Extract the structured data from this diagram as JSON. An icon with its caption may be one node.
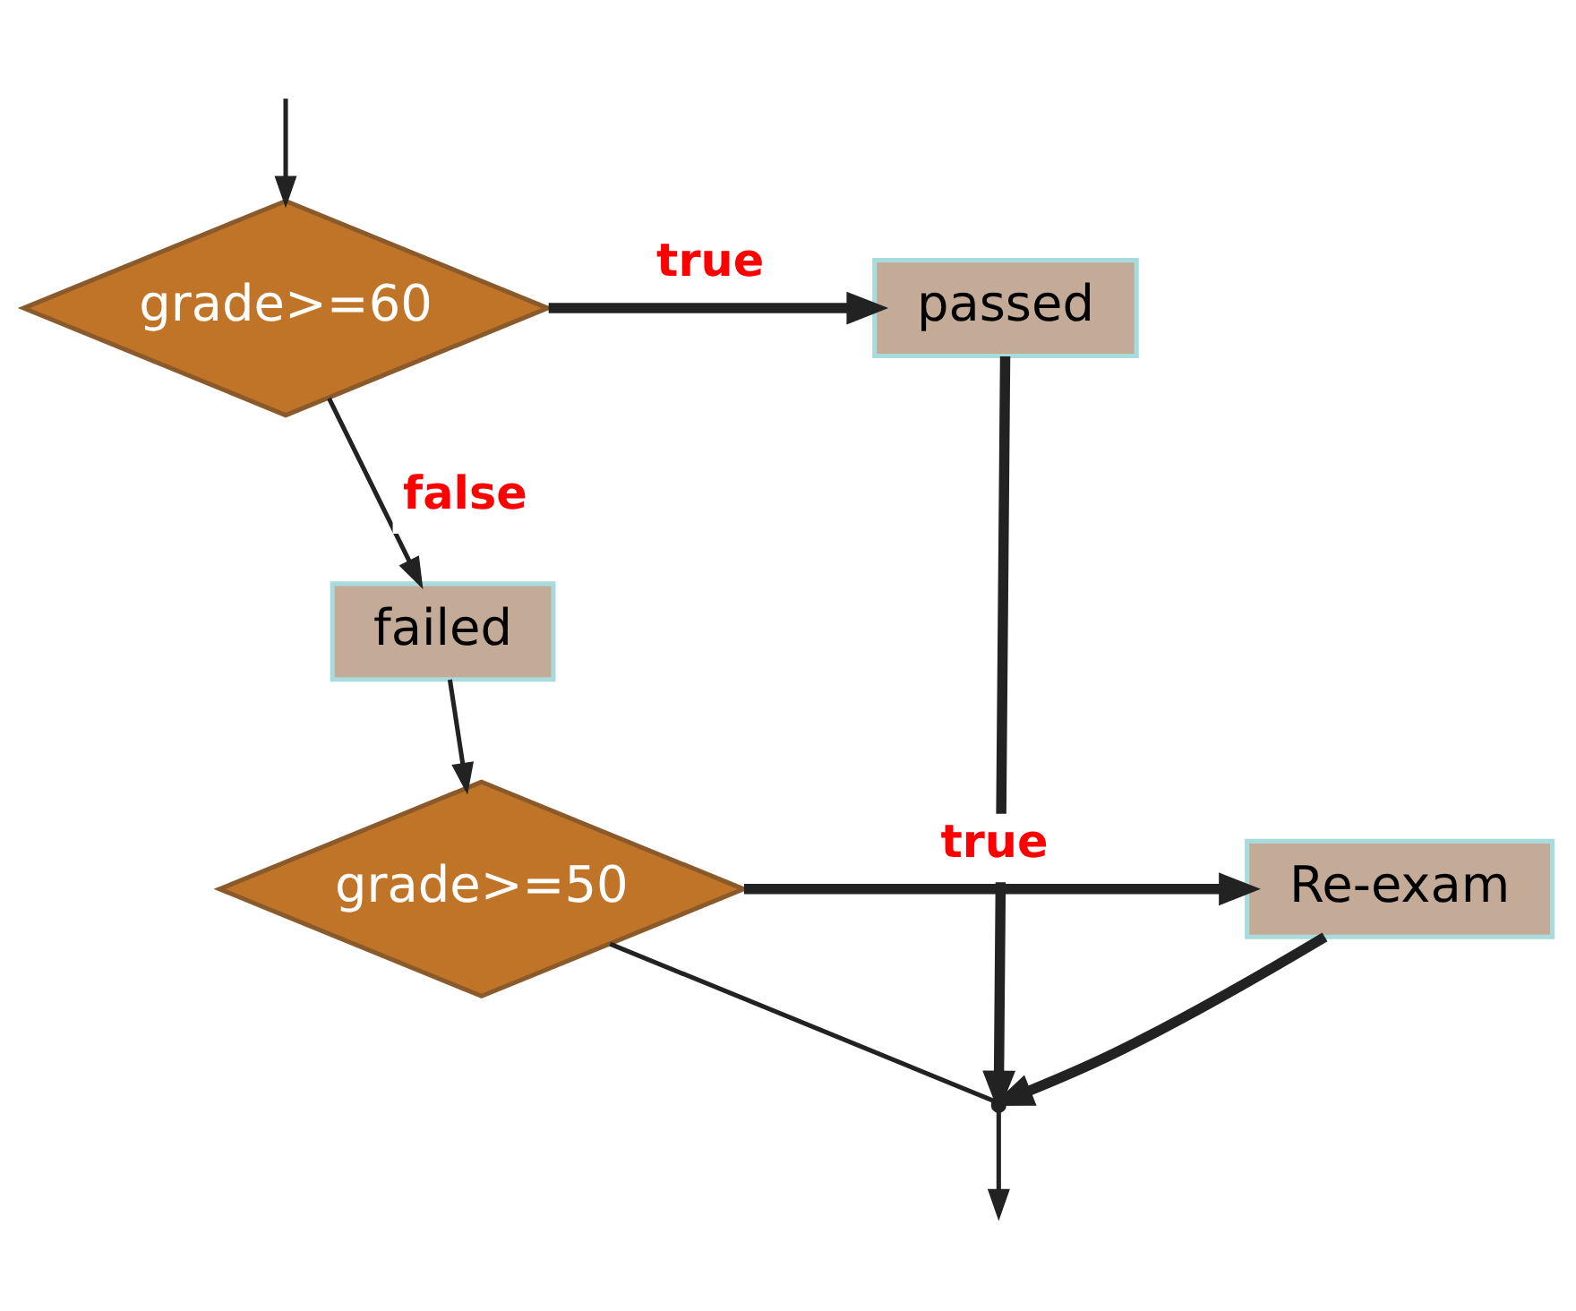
{
  "diagram": {
    "nodes": [
      {
        "text": [
          "grade>=60"
        ]
      },
      {
        "text": [
          "passed"
        ]
      },
      {
        "text": [
          "failed"
        ]
      },
      {
        "text": [
          "grade>=50"
        ]
      },
      {
        "text": [
          "Re-exam"
        ]
      },
      {
        "text": [],
        "shape": "point"
      }
    ],
    "edges": [
      {
        "from": null,
        "to": 0,
        "arrow": "to"
      },
      {
        "from": 0,
        "to": 1,
        "arrow": "to",
        "label": "true",
        "style": "thick"
      },
      {
        "from": 0,
        "to": 2,
        "arrow": "to",
        "label": "false"
      },
      {
        "from": 2,
        "to": 3,
        "arrow": "to"
      },
      {
        "from": 3,
        "to": 4,
        "arrow": "to",
        "label": "true",
        "style": "thick"
      },
      {
        "from": 1,
        "to": 5,
        "arrow": "to",
        "style": "thick"
      },
      {
        "from": 4,
        "to": 5,
        "arrow": "to",
        "style": "thick"
      },
      {
        "from": 3,
        "to": 5,
        "arrow": "none"
      },
      {
        "from": 5,
        "to": null,
        "arrow": "to"
      }
    ]
  }
}
